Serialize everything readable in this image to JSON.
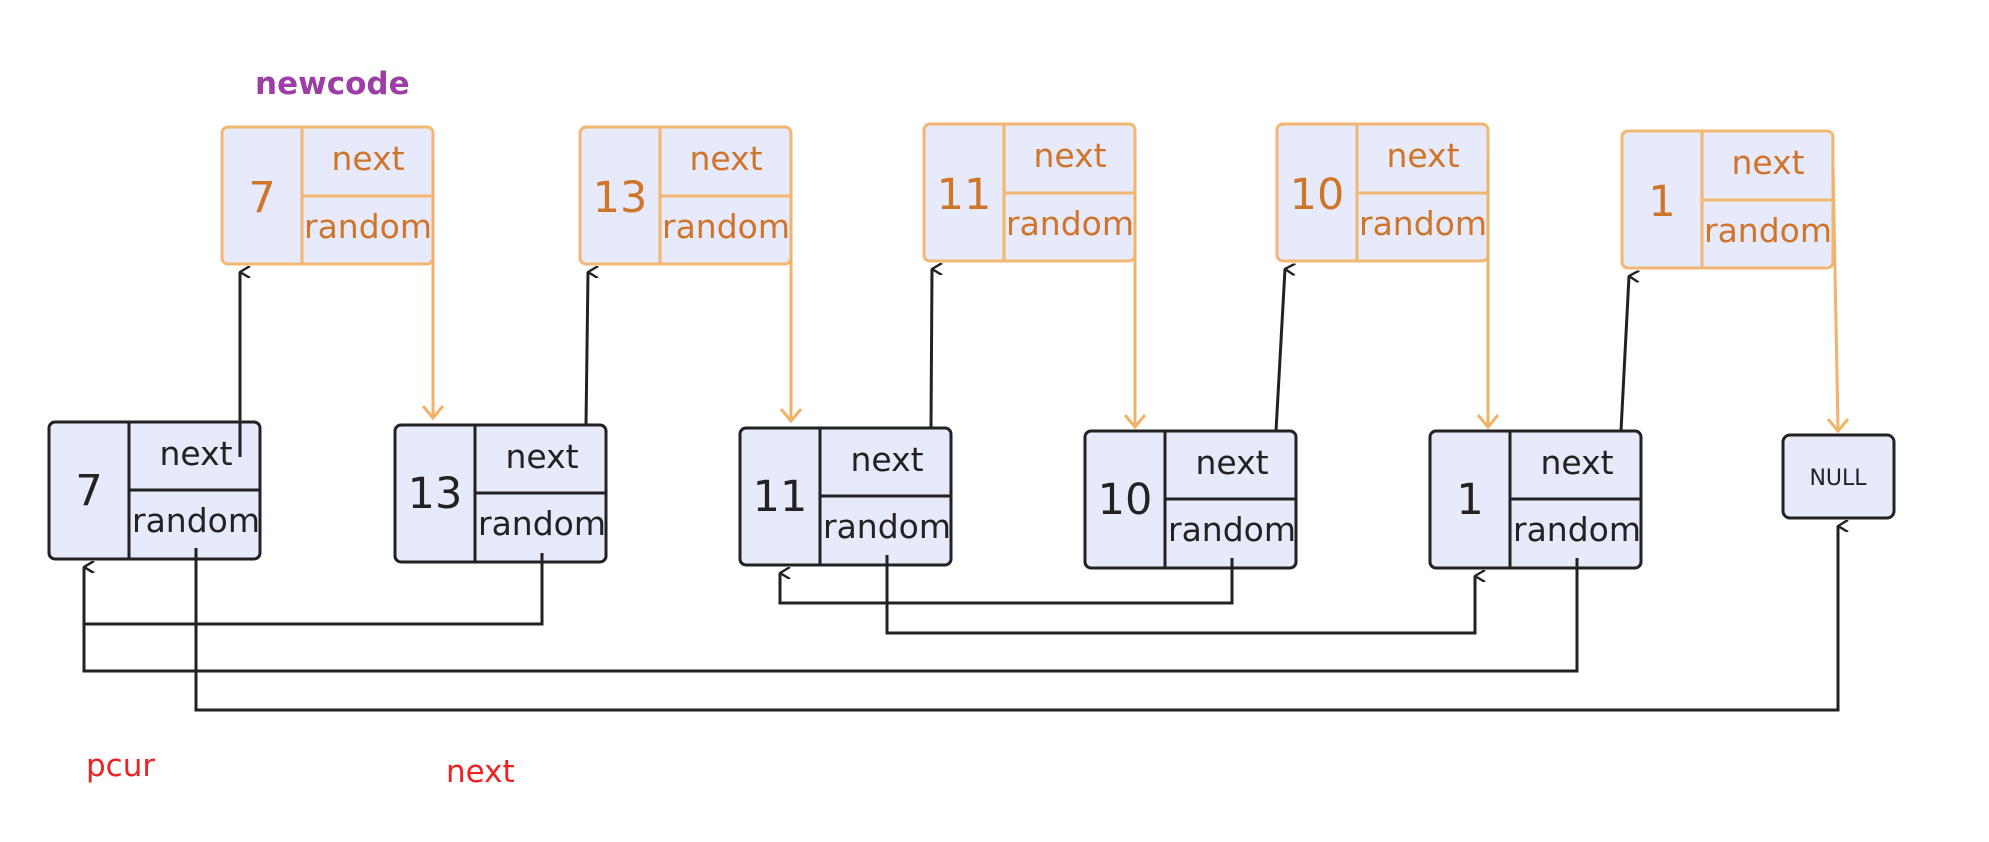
{
  "labels": {
    "newcode": "newcode",
    "pcur": "pcur",
    "next": "next"
  },
  "field_labels": {
    "next": "next",
    "random": "random"
  },
  "null_label": "NULL",
  "copied_nodes": [
    {
      "value": "7"
    },
    {
      "value": "13"
    },
    {
      "value": "11"
    },
    {
      "value": "10"
    },
    {
      "value": "1"
    }
  ],
  "original_nodes": [
    {
      "value": "7"
    },
    {
      "value": "13"
    },
    {
      "value": "11"
    },
    {
      "value": "10"
    },
    {
      "value": "1"
    }
  ],
  "colors": {
    "node_fill": "#e6eafb",
    "original_border": "#222222",
    "copy_border": "#f2b772",
    "copy_text": "#d0742a",
    "copy_arrow": "#f2b26a",
    "link": "#222222"
  }
}
